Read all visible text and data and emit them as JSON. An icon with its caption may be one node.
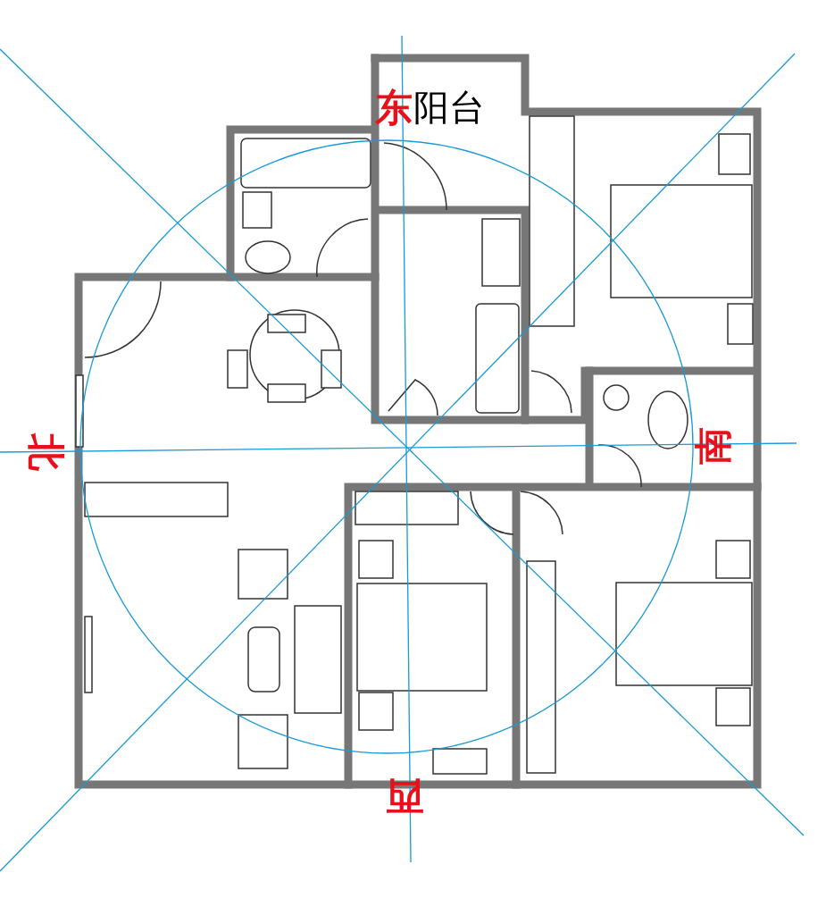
{
  "diagram": {
    "labels": [
      "阳台",
      "东",
      "北",
      "南",
      "西"
    ]
  }
}
